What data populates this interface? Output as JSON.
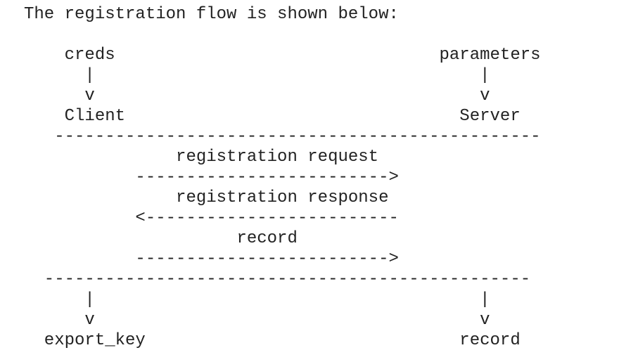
{
  "document": {
    "lines": [
      "The registration flow is shown below:",
      "",
      "    creds                                parameters",
      "      |                                      |",
      "      v                                      v",
      "    Client                                 Server",
      "   ------------------------------------------------",
      "               registration request",
      "           ------------------------->",
      "               registration response",
      "           <-------------------------",
      "                     record",
      "           ------------------------->",
      "  ------------------------------------------------",
      "      |                                      |",
      "      v                                      v",
      "  export_key                               record"
    ]
  }
}
